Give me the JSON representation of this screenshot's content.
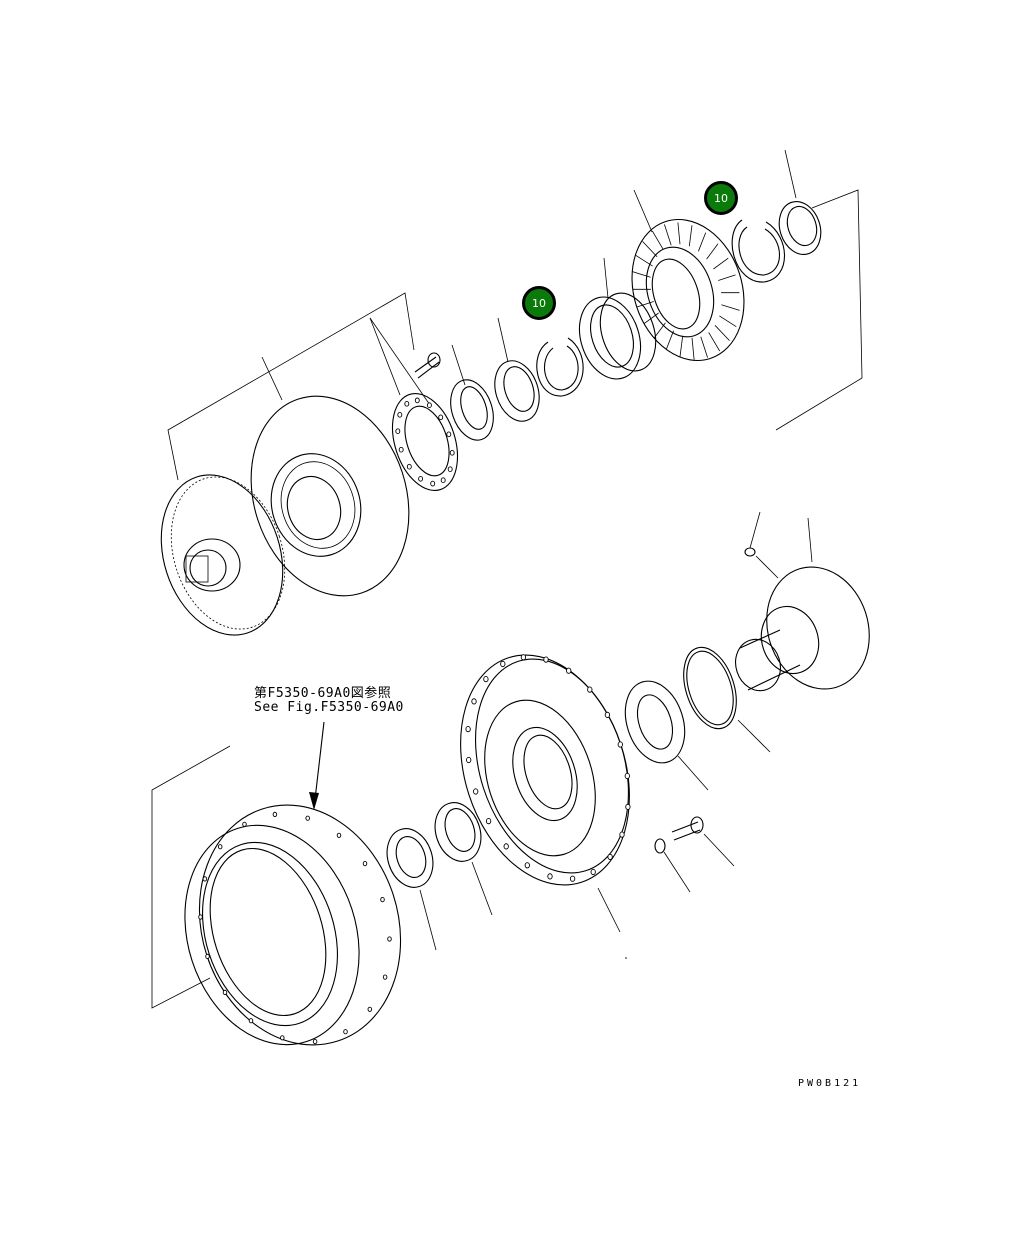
{
  "diagram": {
    "reference_note": {
      "line_ja": "第F5350-69A0図参照",
      "line_en": "See Fig.F5350-69A0"
    },
    "drawing_code": "PW0B121",
    "callouts": [
      {
        "label": "10",
        "color": "#0a7a0a"
      },
      {
        "label": "10",
        "color": "#0a7a0a"
      }
    ]
  }
}
